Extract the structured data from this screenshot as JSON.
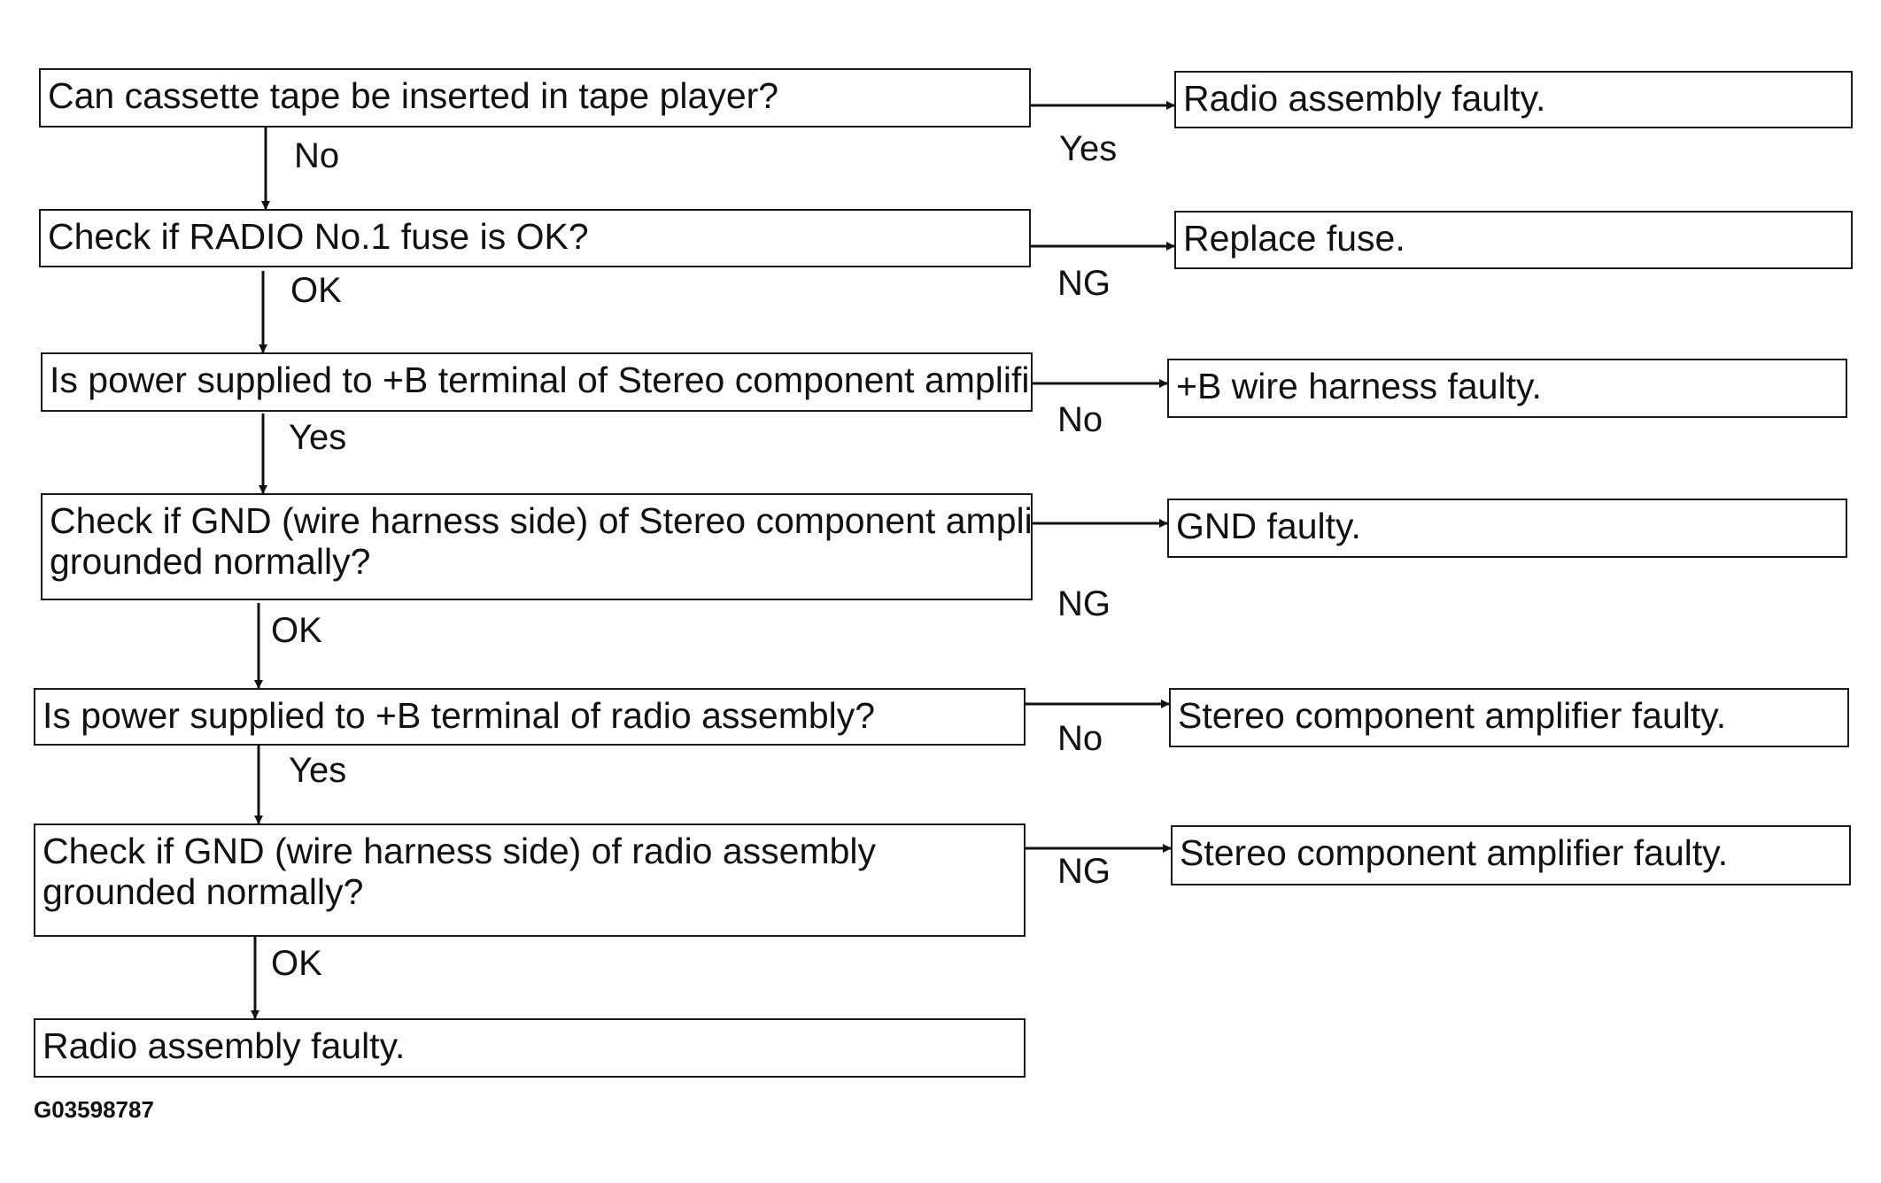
{
  "diagram": {
    "steps": [
      {
        "question": "Can cassette tape be inserted in tape player?",
        "side_label": "Yes",
        "side_result": "Radio assembly faulty.",
        "down_label": "No"
      },
      {
        "question": "Check if RADIO No.1 fuse is OK?",
        "side_label": "NG",
        "side_result": "Replace fuse.",
        "down_label": "OK"
      },
      {
        "question": "Is power supplied to +B terminal of Stereo component amplifier?",
        "side_label": "No",
        "side_result": "+B wire harness faulty.",
        "down_label": "Yes"
      },
      {
        "question_line1": "Check if GND (wire harness side) of Stereo component amplifier",
        "question_line2": "grounded normally?",
        "side_label": "NG",
        "side_result": "GND faulty.",
        "down_label": "OK"
      },
      {
        "question": "Is power supplied to +B terminal of radio assembly?",
        "side_label": "No",
        "side_result": "Stereo component amplifier faulty.",
        "down_label": "Yes"
      },
      {
        "question_line1": "Check if GND (wire harness side) of radio assembly",
        "question_line2": "grounded normally?",
        "side_label": "NG",
        "side_result": "Stereo component amplifier faulty.",
        "down_label": "OK"
      }
    ],
    "final_result": "Radio assembly faulty.",
    "figure_code": "G03598787"
  }
}
